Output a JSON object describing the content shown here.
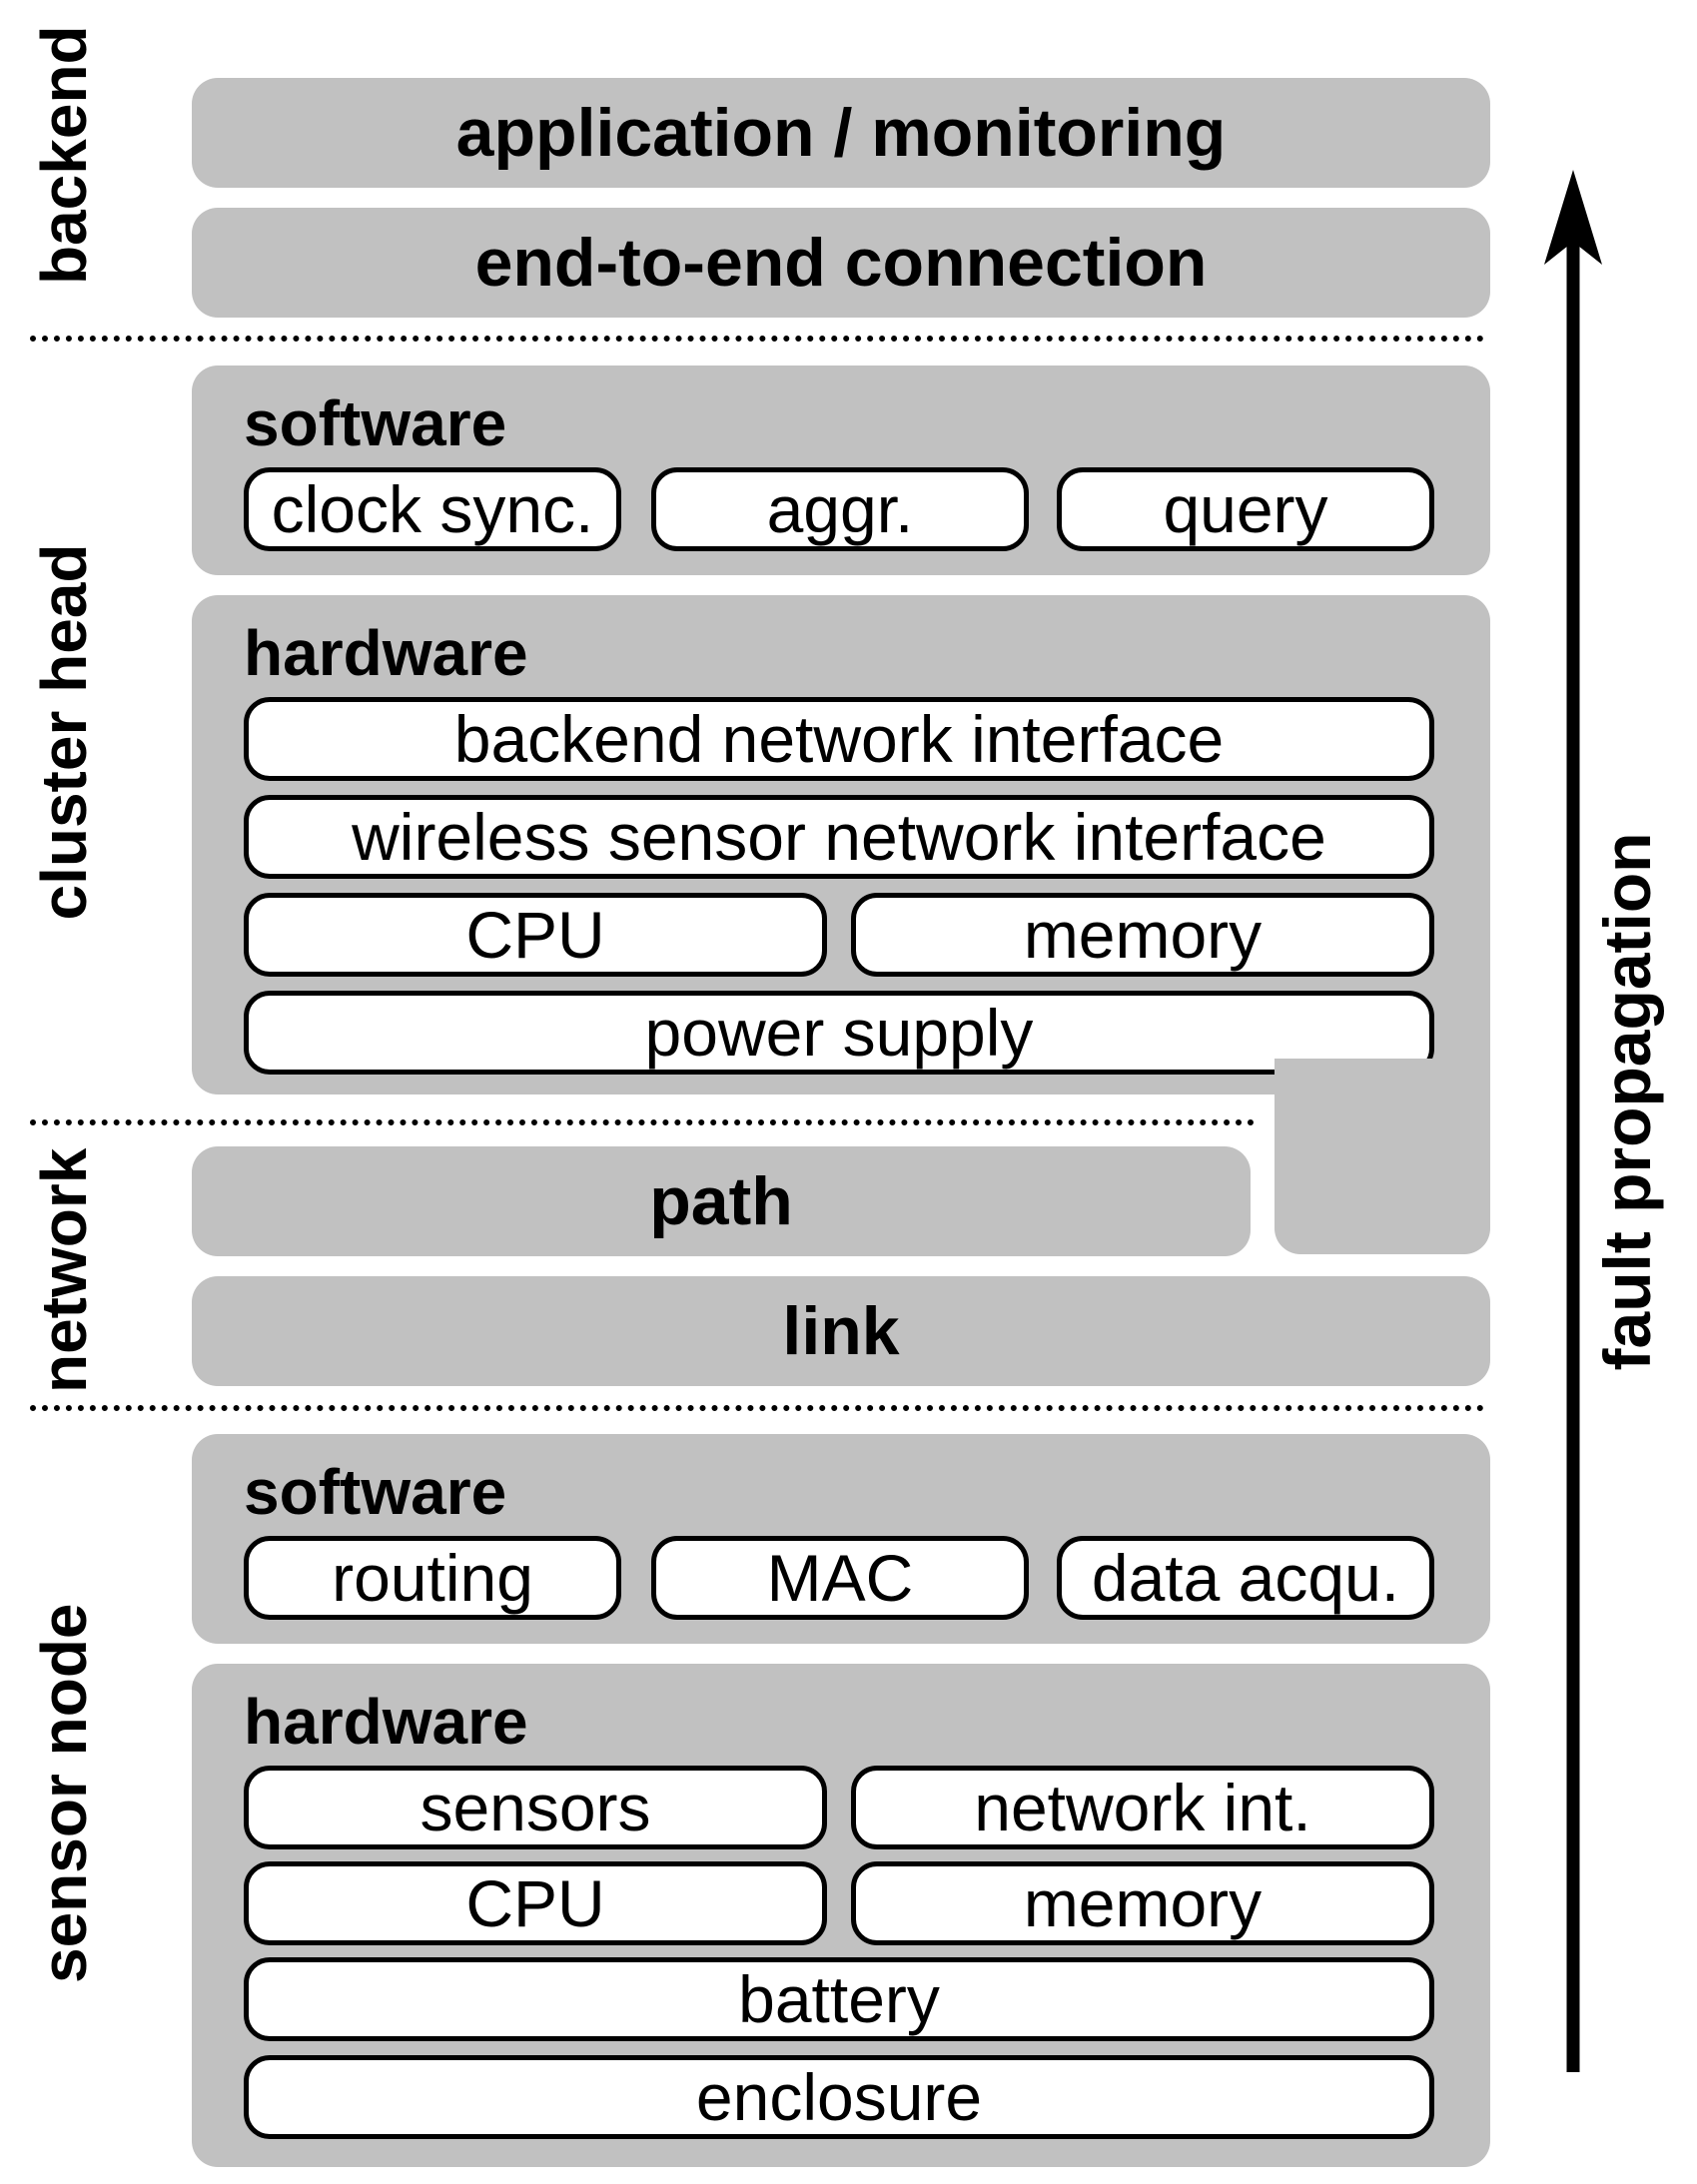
{
  "side_labels": {
    "backend": "backend",
    "cluster_head": "cluster head",
    "network": "network",
    "sensor_node": "sensor node"
  },
  "backend": {
    "application": "application / monitoring",
    "connection": "end-to-end connection"
  },
  "cluster_head": {
    "software": {
      "title": "software",
      "items": [
        "clock sync.",
        "aggr.",
        "query"
      ]
    },
    "hardware": {
      "title": "hardware",
      "backend_interface": "backend network interface",
      "wsn_interface": "wireless sensor network interface",
      "cpu": "CPU",
      "memory": "memory",
      "power": "power supply"
    }
  },
  "network": {
    "path": "path",
    "link": "link"
  },
  "sensor_node": {
    "software": {
      "title": "software",
      "items": [
        "routing",
        "MAC",
        "data acqu."
      ]
    },
    "hardware": {
      "title": "hardware",
      "sensors": "sensors",
      "network_int": "network int.",
      "cpu": "CPU",
      "memory": "memory",
      "battery": "battery",
      "enclosure": "enclosure"
    }
  },
  "arrow_label": "fault propagation"
}
